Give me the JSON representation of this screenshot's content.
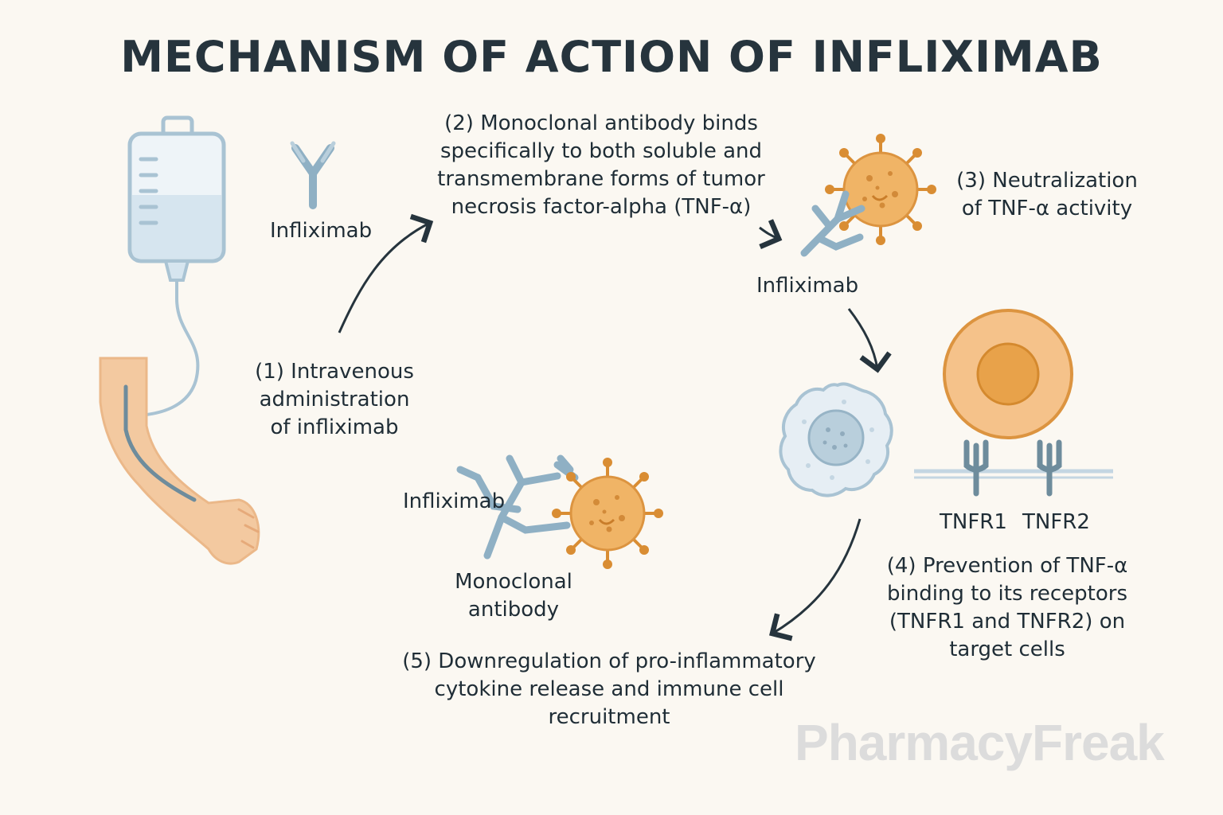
{
  "title": "MECHANISM OF ACTION OF INFLIXIMAB",
  "labels": {
    "infliximab_top": "Infliximab",
    "infliximab_mid": "Infliximab",
    "infliximab_bottom": "Infliximab",
    "monoclonal_antibody": "Monoclonal\nantibody",
    "tnfr1": "TNFR1",
    "tnfr2": "TNFR2"
  },
  "steps": {
    "step1": "(1) Intravenous\nadministration\nof infliximab",
    "step2": "(2) Monoclonal antibody binds\nspecifically to both soluble and\ntransmembrane forms of tumor\nnecrosis factor-alpha (TNF-α)",
    "step3": "(3) Neutralization\nof TNF-α activity",
    "step4": "(4) Prevention of TNF-α\nbinding to its receptors\n(TNFR1 and TNFR2) on\ntarget cells",
    "step5": "(5) Downregulation of pro-inflammatory\ncytokine release and immune cell\nrecruitment"
  },
  "watermark": "PharmacyFreak",
  "colors": {
    "background": "#fbf8f2",
    "antibody": "#8fb0c4",
    "tnf": "#e8a24a",
    "skin": "#f3c9a0",
    "text": "#1f2d36"
  }
}
